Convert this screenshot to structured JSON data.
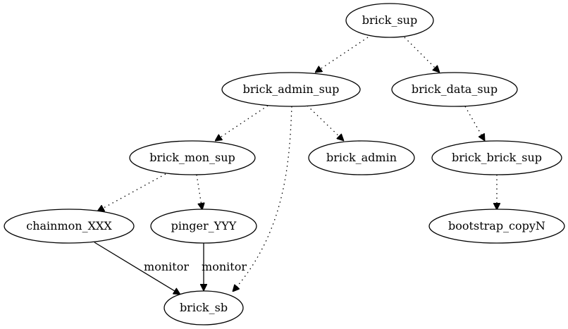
{
  "nodes": {
    "brick_sup": "brick_sup",
    "brick_admin_sup": "brick_admin_sup",
    "brick_data_sup": "brick_data_sup",
    "brick_mon_sup": "brick_mon_sup",
    "brick_admin": "brick_admin",
    "brick_brick_sup": "brick_brick_sup",
    "chainmon_xxx": "chainmon_XXX",
    "pinger_yyy": "pinger_YYY",
    "bootstrap_copyn": "bootstrap_copyN",
    "brick_sb": "brick_sb"
  },
  "edges": [
    {
      "from": "brick_sup",
      "to": "brick_admin_sup",
      "style": "dotted",
      "label": ""
    },
    {
      "from": "brick_sup",
      "to": "brick_data_sup",
      "style": "dotted",
      "label": ""
    },
    {
      "from": "brick_admin_sup",
      "to": "brick_mon_sup",
      "style": "dotted",
      "label": ""
    },
    {
      "from": "brick_admin_sup",
      "to": "brick_admin",
      "style": "dotted",
      "label": ""
    },
    {
      "from": "brick_admin_sup",
      "to": "brick_sb",
      "style": "dotted",
      "label": ""
    },
    {
      "from": "brick_data_sup",
      "to": "brick_brick_sup",
      "style": "dotted",
      "label": ""
    },
    {
      "from": "brick_brick_sup",
      "to": "bootstrap_copyn",
      "style": "dotted",
      "label": ""
    },
    {
      "from": "brick_mon_sup",
      "to": "chainmon_xxx",
      "style": "dotted",
      "label": ""
    },
    {
      "from": "brick_mon_sup",
      "to": "pinger_yyy",
      "style": "dotted",
      "label": ""
    },
    {
      "from": "chainmon_xxx",
      "to": "brick_sb",
      "style": "solid",
      "label": "monitor"
    },
    {
      "from": "pinger_yyy",
      "to": "brick_sb",
      "style": "solid",
      "label": "monitor"
    }
  ]
}
